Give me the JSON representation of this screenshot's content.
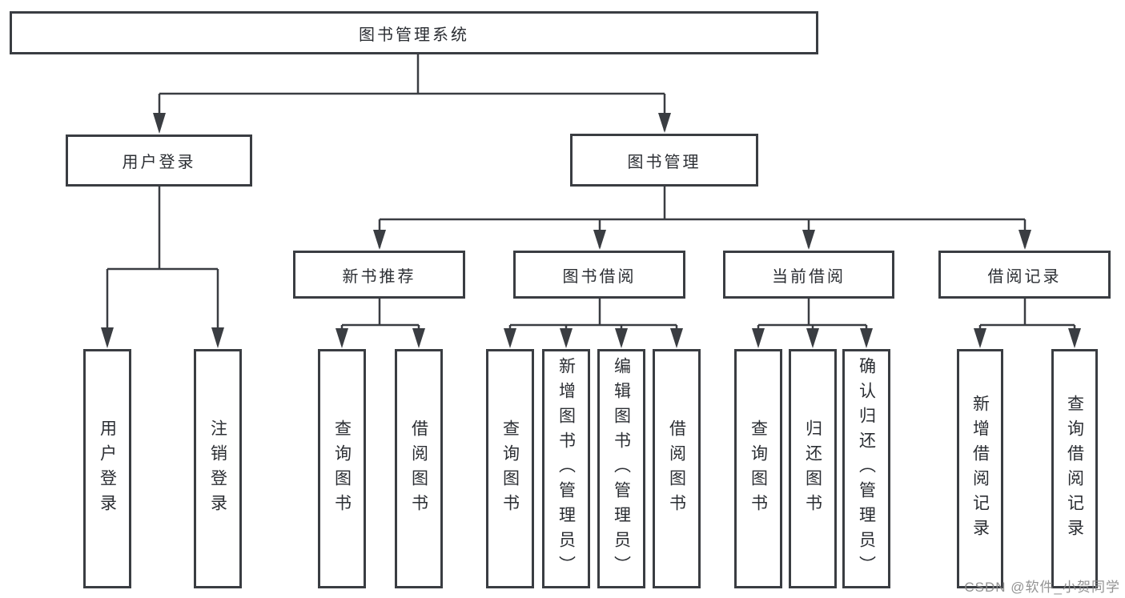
{
  "watermark": "CSDN @软件_小贺同学",
  "diagram": {
    "root": {
      "label": "图书管理系统"
    },
    "branches": [
      {
        "label": "用户登录",
        "children": [
          {
            "label": "用户登录"
          },
          {
            "label": "注销登录"
          }
        ]
      },
      {
        "label": "图书管理",
        "children": [
          {
            "label": "新书推荐",
            "children": [
              {
                "label": "查询图书"
              },
              {
                "label": "借阅图书"
              }
            ]
          },
          {
            "label": "图书借阅",
            "children": [
              {
                "label": "查询图书"
              },
              {
                "label": "新增图书（管理员）"
              },
              {
                "label": "编辑图书（管理员）"
              },
              {
                "label": "借阅图书"
              }
            ]
          },
          {
            "label": "当前借阅",
            "children": [
              {
                "label": "查询图书"
              },
              {
                "label": "归还图书"
              },
              {
                "label": "确认归还（管理员）"
              }
            ]
          },
          {
            "label": "借阅记录",
            "children": [
              {
                "label": "新增借阅记录"
              },
              {
                "label": "查询借阅记录"
              }
            ]
          }
        ]
      }
    ]
  }
}
